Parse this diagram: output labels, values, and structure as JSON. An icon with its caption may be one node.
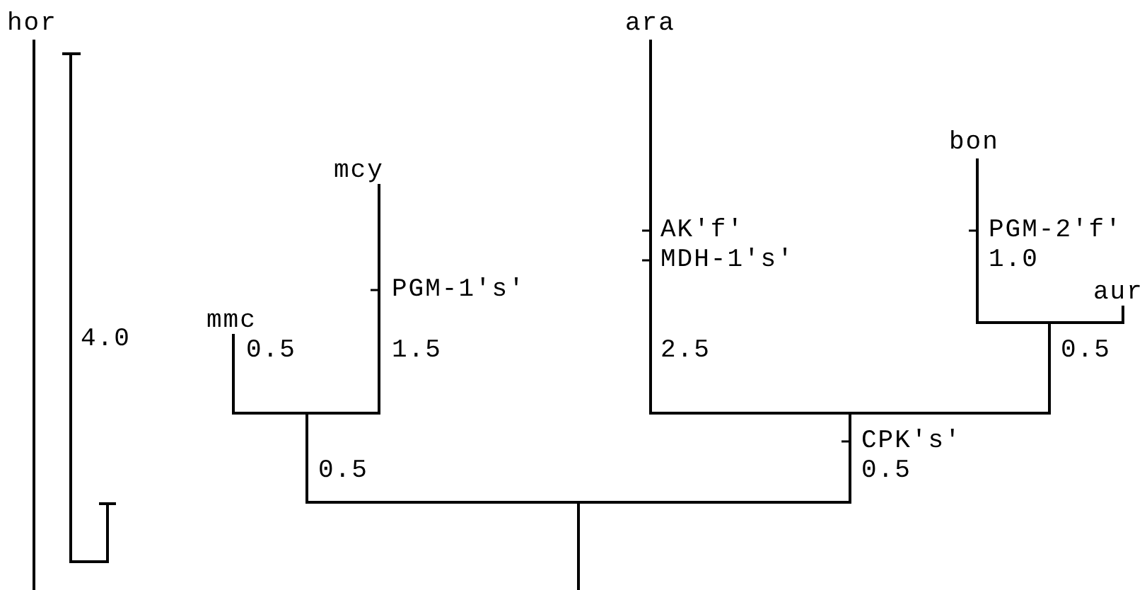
{
  "diagram": {
    "nodes": [
      {
        "text": [
          "hor"
        ]
      },
      {
        "text": [
          "mmc"
        ]
      },
      {
        "text": [
          "mcy"
        ]
      },
      {
        "text": [
          "ara"
        ]
      },
      {
        "text": [
          "bon"
        ]
      },
      {
        "text": [
          "aur"
        ]
      }
    ],
    "edges": [
      {
        "from": null,
        "to": 0,
        "arrow": "none"
      },
      {
        "from": null,
        "to": 1,
        "arrow": "none"
      },
      {
        "from": null,
        "to": 2,
        "arrow": "none"
      },
      {
        "from": null,
        "to": 3,
        "arrow": "none"
      },
      {
        "from": null,
        "to": 4,
        "arrow": "none"
      },
      {
        "from": null,
        "to": 5,
        "arrow": "none"
      }
    ],
    "labels": [
      "AK'f'",
      "PGM-2'f'",
      "MDH-1's'",
      "1.0",
      "PGM-1's'",
      "4.0",
      "0.5",
      "1.5",
      "2.5",
      "0.5",
      "CPK's'",
      "0.5",
      "0.5"
    ]
  }
}
